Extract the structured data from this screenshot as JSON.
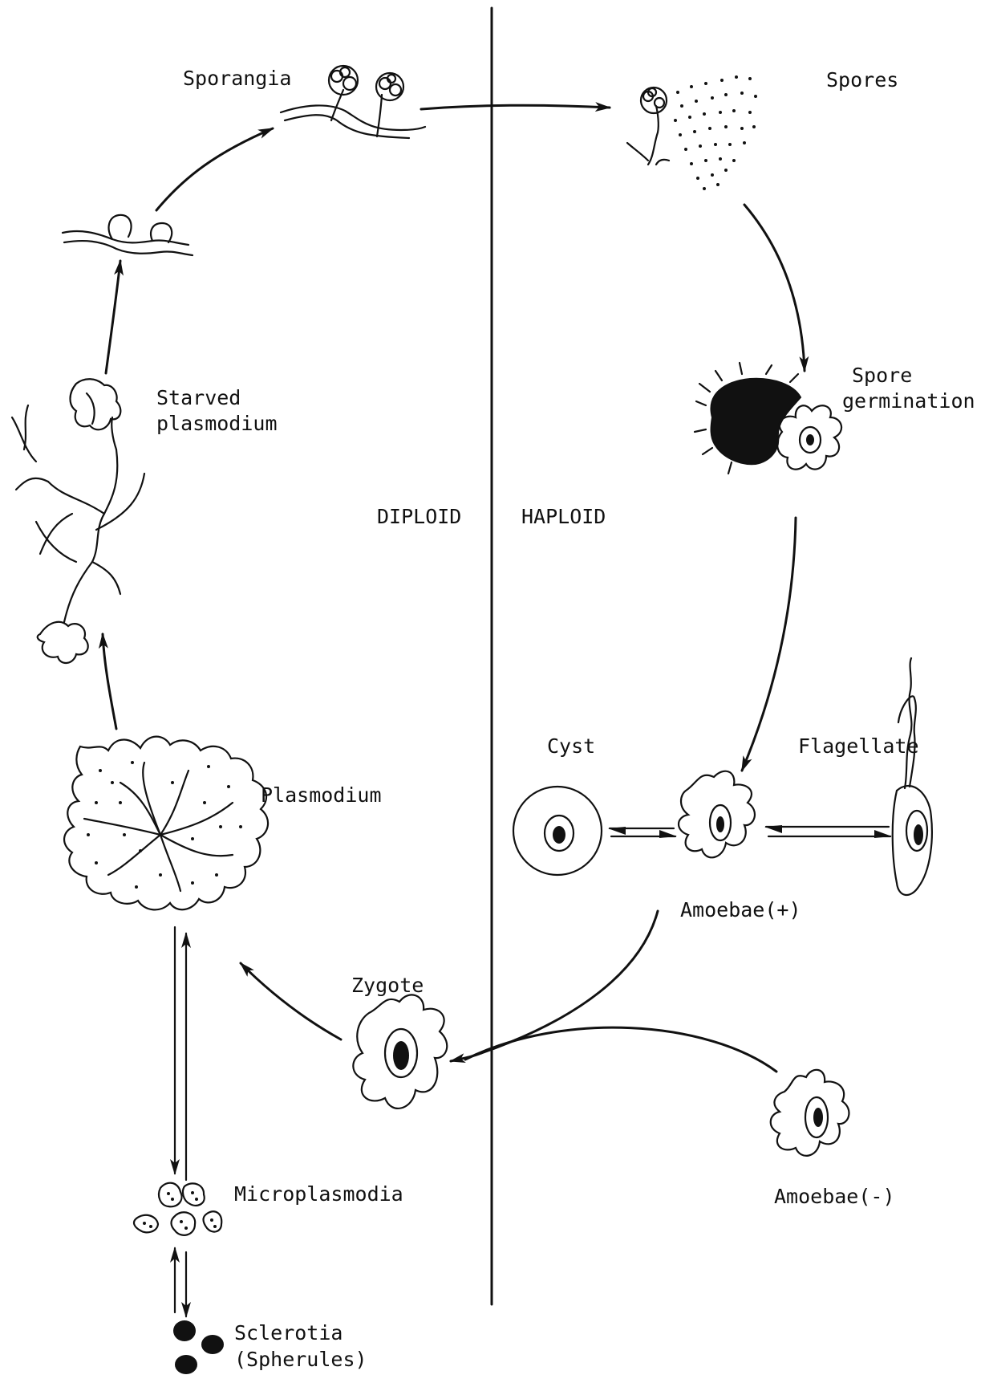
{
  "labels": {
    "sporangia": "Sporangia",
    "spores": "Spores",
    "spore_germination_1": "Spore",
    "spore_germination_2": "germination",
    "starved_1": "Starved",
    "starved_2": "plasmodium",
    "diploid": "DIPLOID",
    "haploid": "HAPLOID",
    "cyst": "Cyst",
    "flagellate": "Flagellate",
    "plasmodium": "Plasmodium",
    "amoebae_plus": "Amoebae(+)",
    "zygote": "Zygote",
    "microplasmodia": "Microplasmodia",
    "amoebae_minus": "Amoebae(-)",
    "sclerotia_1": "Sclerotia",
    "sclerotia_2": "(Spherules)"
  },
  "colors": {
    "ink": "#111111",
    "paper": "#ffffff"
  }
}
